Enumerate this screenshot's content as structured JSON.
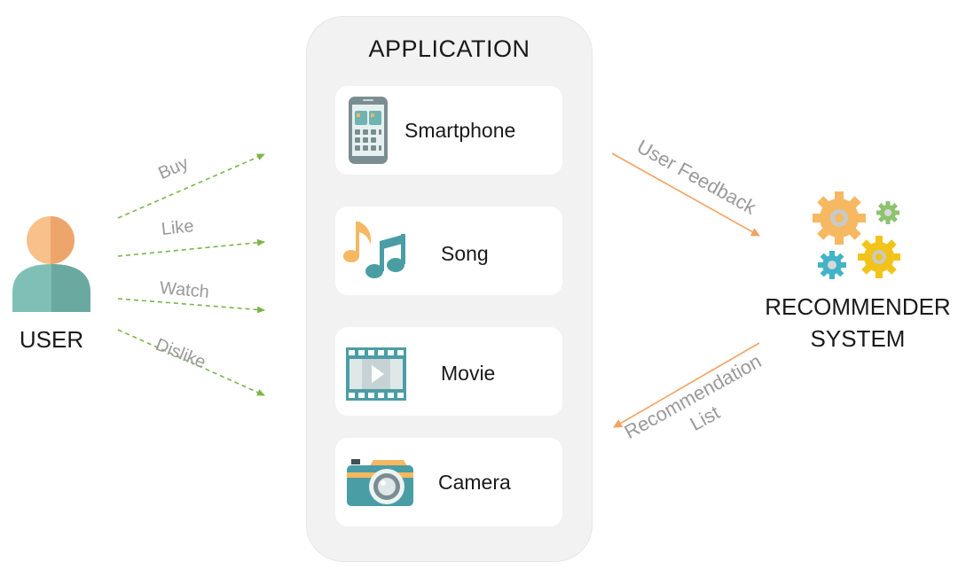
{
  "application": {
    "title": "APPLICATION",
    "items": [
      {
        "label": "Smartphone",
        "icon": "smartphone-icon"
      },
      {
        "label": "Song",
        "icon": "music-notes-icon"
      },
      {
        "label": "Movie",
        "icon": "film-strip-icon"
      },
      {
        "label": "Camera",
        "icon": "camera-icon"
      }
    ]
  },
  "user": {
    "label": "USER",
    "icon": "user-avatar-icon"
  },
  "actions": [
    "Buy",
    "Like",
    "Watch",
    "Dislike"
  ],
  "recommender": {
    "line1": "RECOMMENDER",
    "line2": "SYSTEM",
    "icon": "gears-icon"
  },
  "flows": {
    "feedback": "User Feedback",
    "recommendation_line1": "Recommendation",
    "recommendation_line2": "List"
  },
  "colors": {
    "action_arrow": "#7ab648",
    "system_arrow": "#f4a261",
    "panel": "#f2f2f2",
    "label_gray": "#9a9a9a"
  }
}
